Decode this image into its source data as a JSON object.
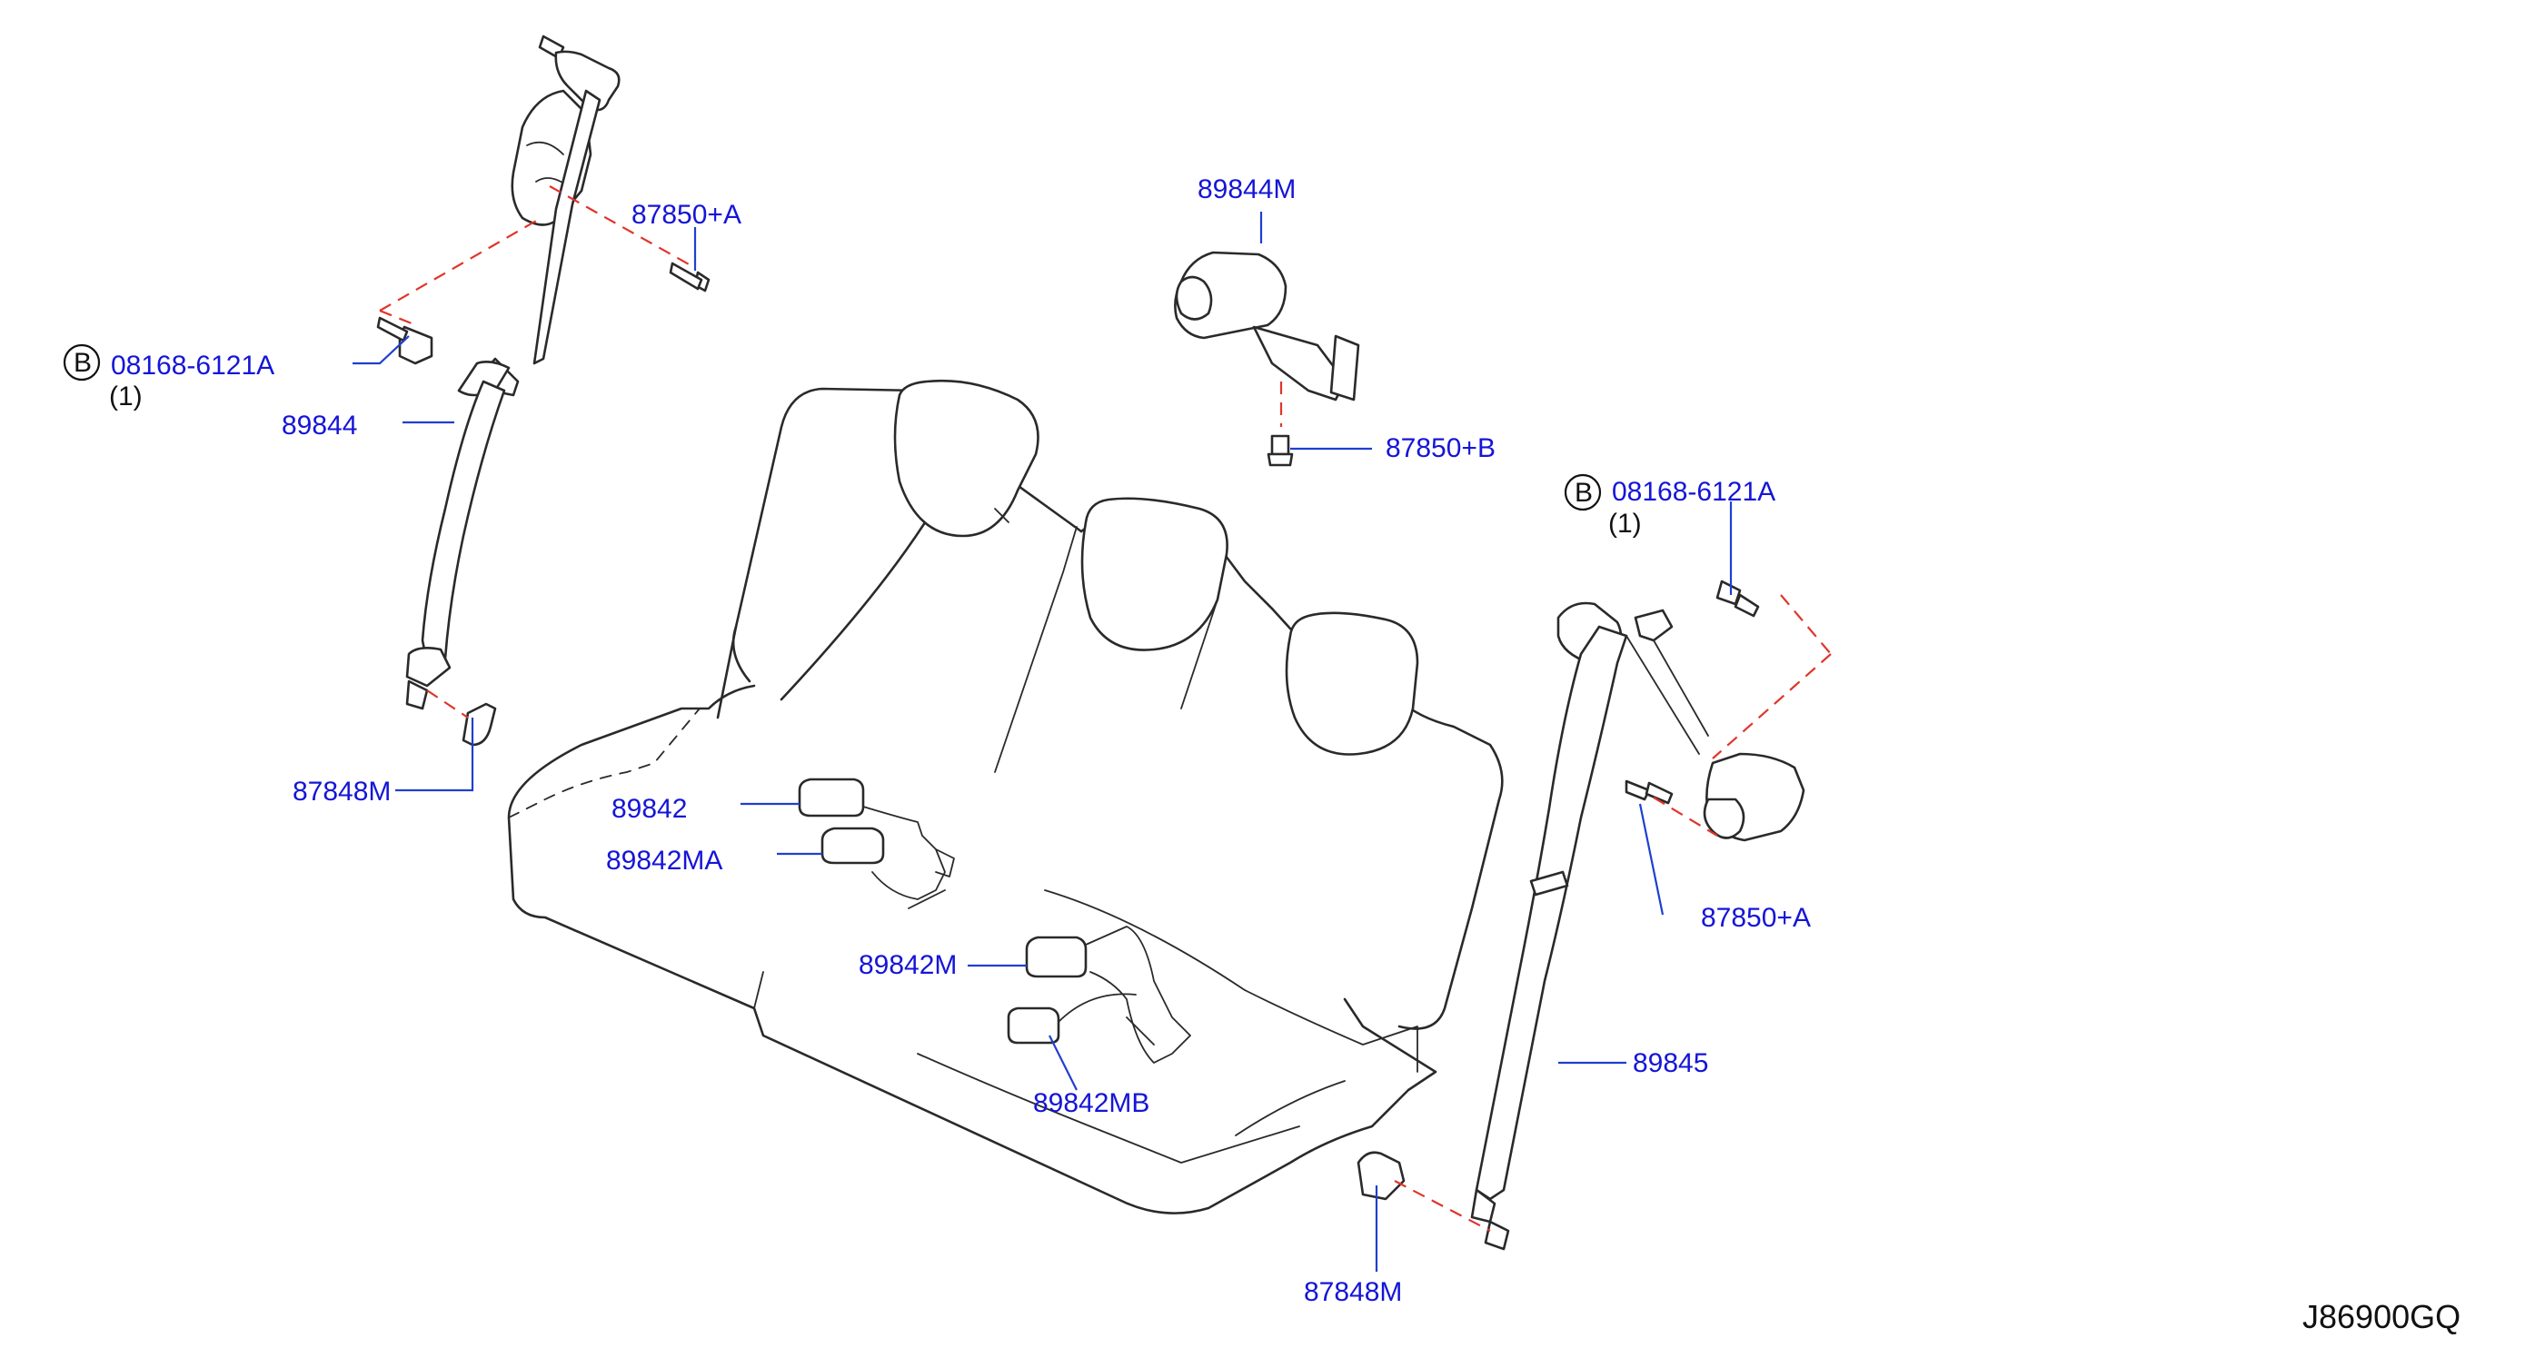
{
  "labels": {
    "p89844M": "89844M",
    "p87850A_left": "87850+A",
    "p08168_left": "08168-6121A",
    "qty_left": "(1)",
    "p89844": "89844",
    "p87848M_left": "87848M",
    "p87850B": "87850+B",
    "p08168_right": "08168-6121A",
    "qty_right": "(1)",
    "p89842": "89842",
    "p89842MA": "89842MA",
    "p89842M": "89842M",
    "p89842MB": "89842MB",
    "p87850A_right": "87850+A",
    "p89845": "89845",
    "p87848M_right": "87848M",
    "circle_letter_left": "B",
    "circle_letter_right": "B",
    "diagram_code": "J86900GQ"
  },
  "colors": {
    "callout_text": "#1515d8",
    "leader_line": "#1f3fd0",
    "dashed_hidden_line": "#e0352b",
    "drawing_line": "#2a2a2a"
  }
}
